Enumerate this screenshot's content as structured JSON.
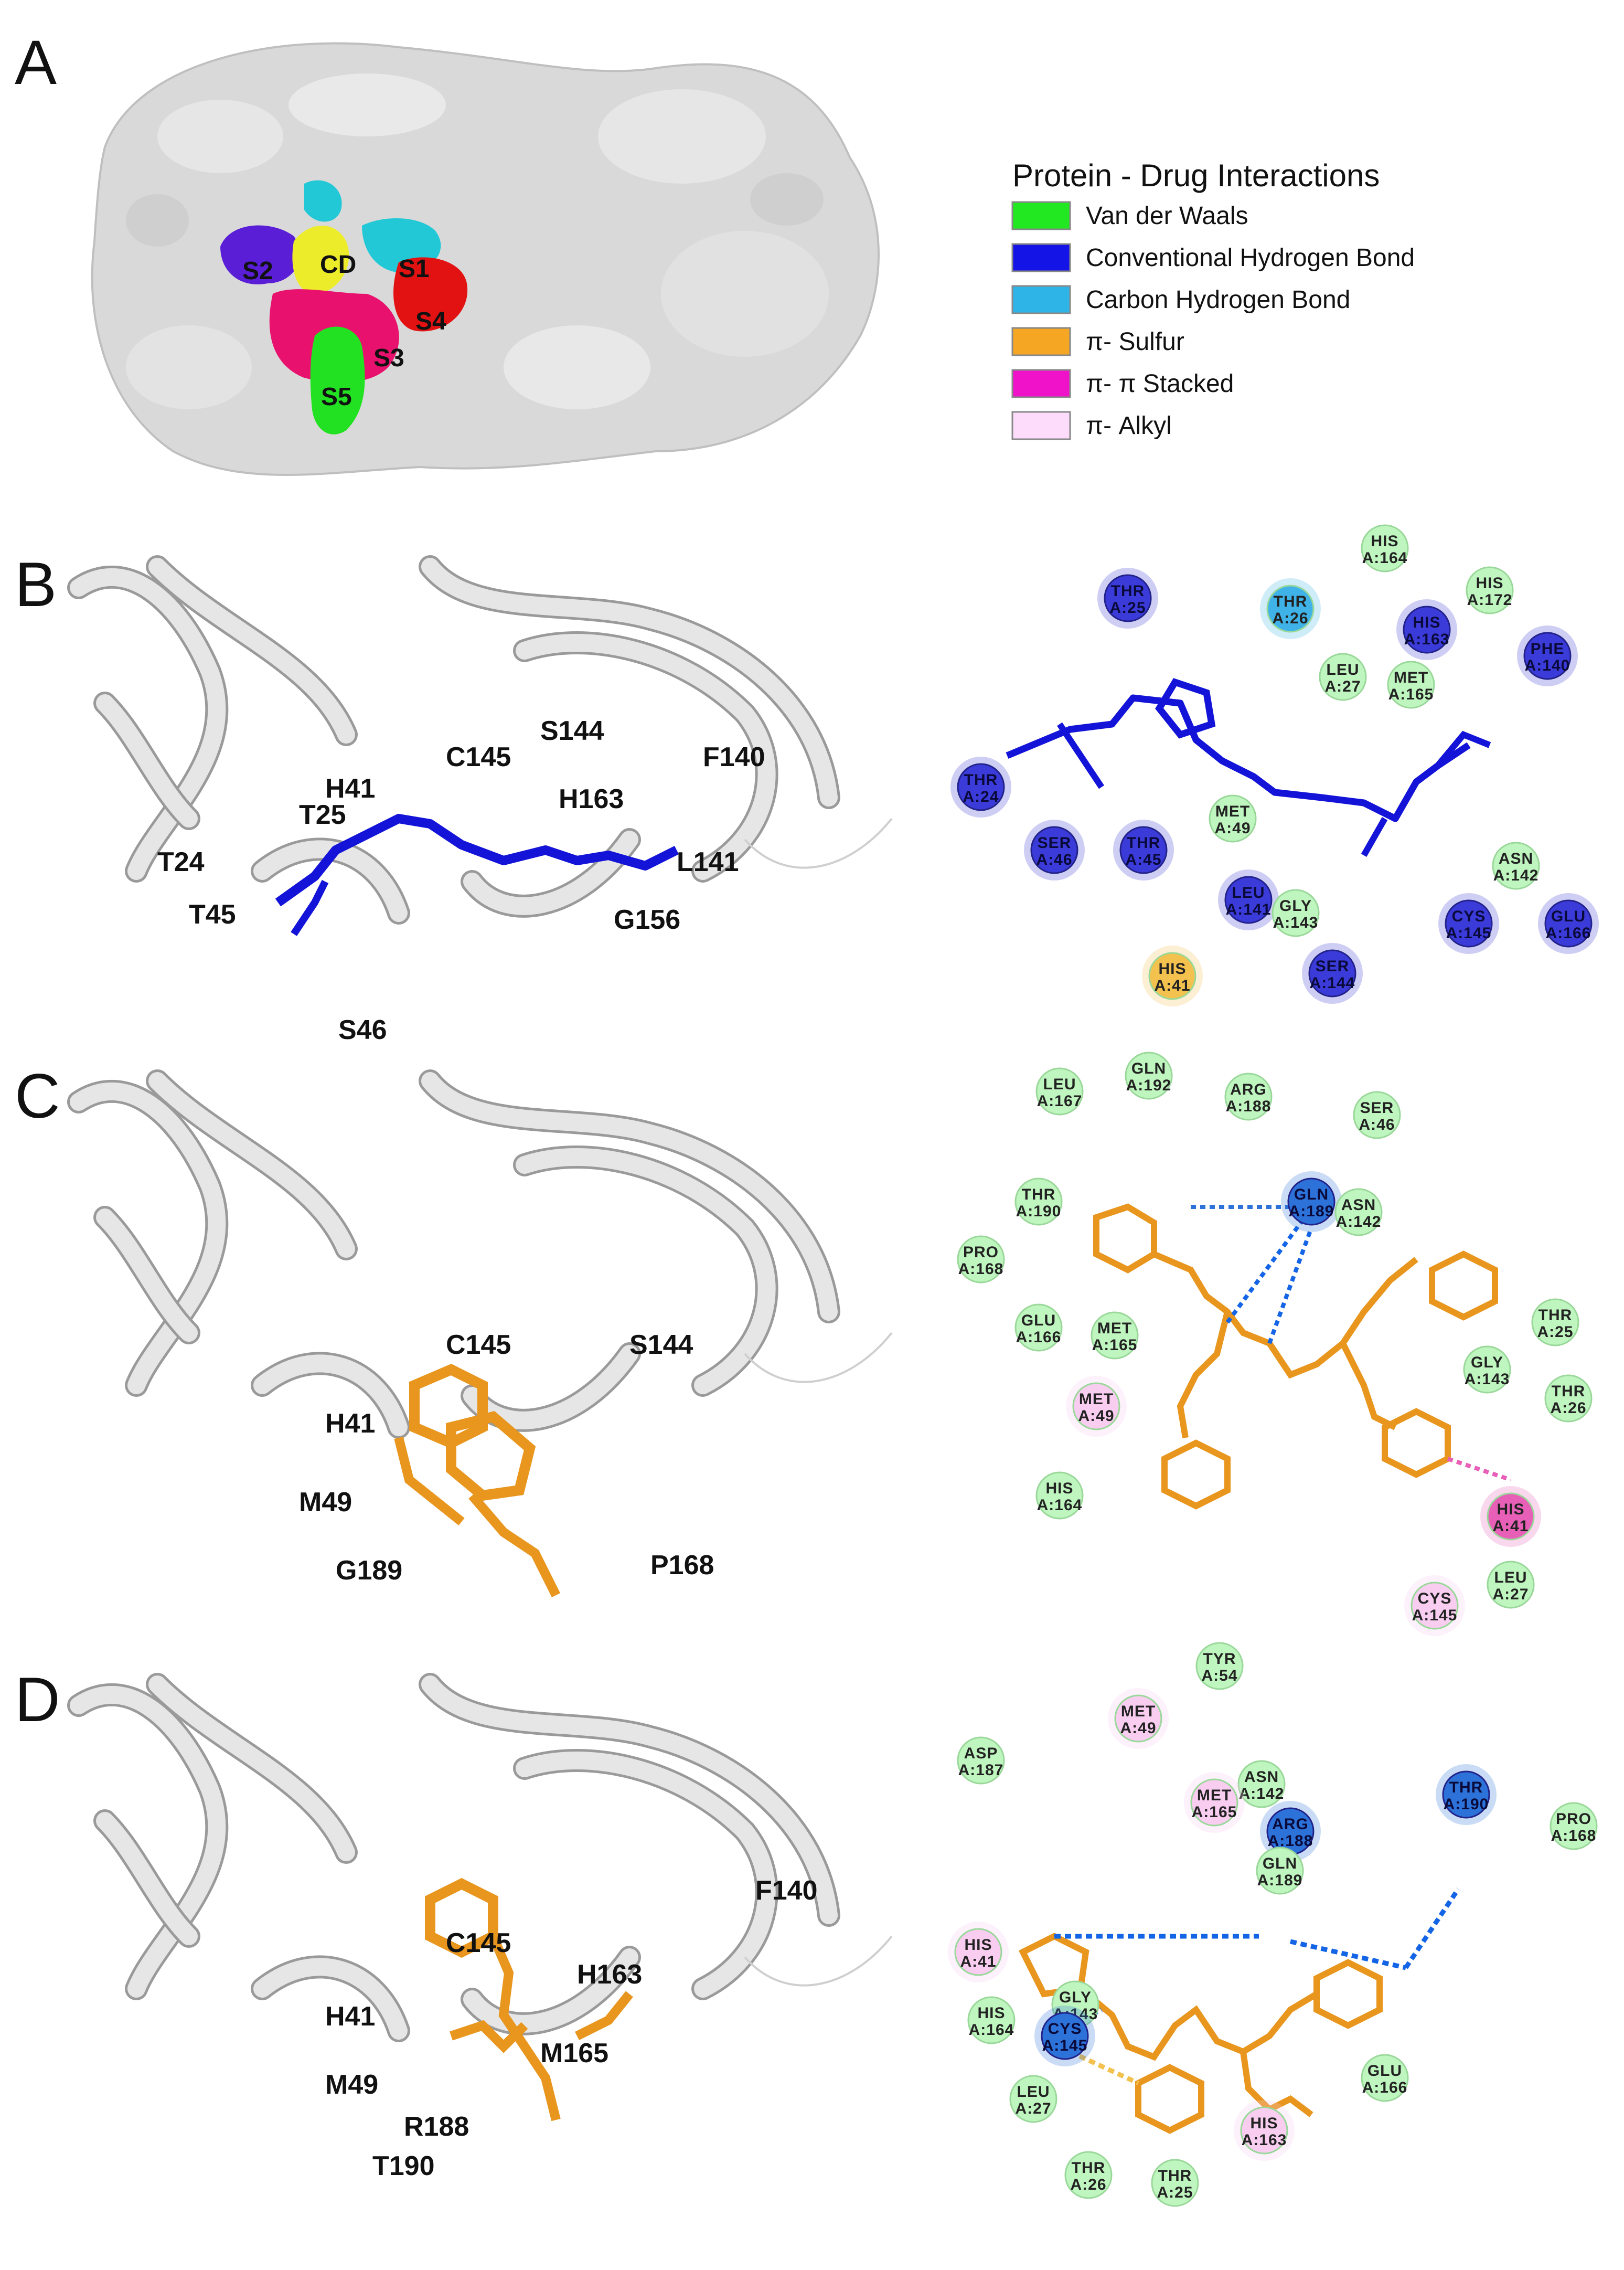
{
  "panels": {
    "A": {
      "letter": "A",
      "pockets": [
        "S2",
        "CD",
        "S1",
        "S4",
        "S3",
        "S5"
      ],
      "legend": {
        "title": "Protein - Drug Interactions",
        "items": [
          {
            "label": "Van der Waals",
            "color": "#22e822"
          },
          {
            "label": "Conventional  Hydrogen Bond",
            "color": "#1414e6"
          },
          {
            "label": "Carbon Hydrogen Bond",
            "color": "#2eb4e6"
          },
          {
            "label": "π- Sulfur",
            "color": "#f5a623"
          },
          {
            "label": "π- π Stacked",
            "color": "#f012c8"
          },
          {
            "label": "π- Alkyl",
            "color": "#fcdcfa"
          }
        ]
      }
    },
    "B": {
      "letter": "B",
      "labels_3d": [
        "C145",
        "S144",
        "F140",
        "H41",
        "T25",
        "H163",
        "T24",
        "L141",
        "T45",
        "G156",
        "S46"
      ],
      "residues": [
        {
          "name": "HIS",
          "id": "A:164",
          "type": "vdw"
        },
        {
          "name": "HIS",
          "id": "A:172",
          "type": "vdw"
        },
        {
          "name": "THR",
          "id": "A:25",
          "type": "hbond"
        },
        {
          "name": "THR",
          "id": "A:26",
          "type": "chbond"
        },
        {
          "name": "HIS",
          "id": "A:163",
          "type": "hbond"
        },
        {
          "name": "PHE",
          "id": "A:140",
          "type": "hbond"
        },
        {
          "name": "LEU",
          "id": "A:27",
          "type": "vdw"
        },
        {
          "name": "MET",
          "id": "A:165",
          "type": "vdw"
        },
        {
          "name": "THR",
          "id": "A:24",
          "type": "hbond"
        },
        {
          "name": "MET",
          "id": "A:49",
          "type": "vdw"
        },
        {
          "name": "SER",
          "id": "A:46",
          "type": "hbond"
        },
        {
          "name": "THR",
          "id": "A:45",
          "type": "hbond"
        },
        {
          "name": "ASN",
          "id": "A:142",
          "type": "vdw"
        },
        {
          "name": "LEU",
          "id": "A:141",
          "type": "hbond"
        },
        {
          "name": "GLY",
          "id": "A:143",
          "type": "vdw"
        },
        {
          "name": "CYS",
          "id": "A:145",
          "type": "hbond"
        },
        {
          "name": "GLU",
          "id": "A:166",
          "type": "hbond"
        },
        {
          "name": "HIS",
          "id": "A:41",
          "type": "sulfur"
        },
        {
          "name": "SER",
          "id": "A:144",
          "type": "hbond"
        }
      ]
    },
    "C": {
      "letter": "C",
      "labels_3d": [
        "C145",
        "S144",
        "H41",
        "M49",
        "G189",
        "P168"
      ],
      "residues": [
        {
          "name": "LEU",
          "id": "A:167",
          "type": "vdw"
        },
        {
          "name": "GLN",
          "id": "A:192",
          "type": "vdw"
        },
        {
          "name": "ARG",
          "id": "A:188",
          "type": "vdw"
        },
        {
          "name": "SER",
          "id": "A:46",
          "type": "vdw"
        },
        {
          "name": "THR",
          "id": "A:190",
          "type": "vdw"
        },
        {
          "name": "GLN",
          "id": "A:189",
          "type": "hbond2"
        },
        {
          "name": "ASN",
          "id": "A:142",
          "type": "vdw"
        },
        {
          "name": "PRO",
          "id": "A:168",
          "type": "vdw"
        },
        {
          "name": "GLU",
          "id": "A:166",
          "type": "vdw"
        },
        {
          "name": "MET",
          "id": "A:165",
          "type": "vdw"
        },
        {
          "name": "MET",
          "id": "A:49",
          "type": "alkyl"
        },
        {
          "name": "THR",
          "id": "A:25",
          "type": "vdw"
        },
        {
          "name": "GLY",
          "id": "A:143",
          "type": "vdw"
        },
        {
          "name": "THR",
          "id": "A:26",
          "type": "vdw"
        },
        {
          "name": "HIS",
          "id": "A:164",
          "type": "vdw"
        },
        {
          "name": "HIS",
          "id": "A:41",
          "type": "stack"
        },
        {
          "name": "LEU",
          "id": "A:27",
          "type": "vdw"
        },
        {
          "name": "CYS",
          "id": "A:145",
          "type": "alkyl"
        }
      ]
    },
    "D": {
      "letter": "D",
      "labels_3d": [
        "C145",
        "F140",
        "H163",
        "H41",
        "M165",
        "M49",
        "R188",
        "T190"
      ],
      "residues": [
        {
          "name": "TYR",
          "id": "A:54",
          "type": "vdw"
        },
        {
          "name": "MET",
          "id": "A:49",
          "type": "alkyl"
        },
        {
          "name": "ASP",
          "id": "A:187",
          "type": "vdw"
        },
        {
          "name": "ASN",
          "id": "A:142",
          "type": "vdw"
        },
        {
          "name": "MET",
          "id": "A:165",
          "type": "alkyl"
        },
        {
          "name": "THR",
          "id": "A:190",
          "type": "hbond2"
        },
        {
          "name": "ARG",
          "id": "A:188",
          "type": "hbond2"
        },
        {
          "name": "PRO",
          "id": "A:168",
          "type": "vdw"
        },
        {
          "name": "GLN",
          "id": "A:189",
          "type": "vdw"
        },
        {
          "name": "HIS",
          "id": "A:41",
          "type": "alkyl"
        },
        {
          "name": "GLY",
          "id": "A:143",
          "type": "vdw"
        },
        {
          "name": "HIS",
          "id": "A:164",
          "type": "vdw"
        },
        {
          "name": "CYS",
          "id": "A:145",
          "type": "hbond2"
        },
        {
          "name": "GLU",
          "id": "A:166",
          "type": "vdw"
        },
        {
          "name": "LEU",
          "id": "A:27",
          "type": "vdw"
        },
        {
          "name": "HIS",
          "id": "A:163",
          "type": "alkyl"
        },
        {
          "name": "THR",
          "id": "A:26",
          "type": "vdw"
        },
        {
          "name": "THR",
          "id": "A:25",
          "type": "vdw"
        }
      ]
    }
  },
  "colors": {
    "vdw": "#bff5bf",
    "hbond": "#3b3bd9",
    "hbond2": "#2c72d9",
    "chbond": "#3fb3e8",
    "sulfur": "#f2c14e",
    "stack": "#e85fb8",
    "alkyl": "#f8cdf0",
    "ligand_blue": "#1414d9",
    "ligand_orange": "#e8961e",
    "protein_surface": "#d9d9d9",
    "ribbon": "#e6e6e6"
  }
}
